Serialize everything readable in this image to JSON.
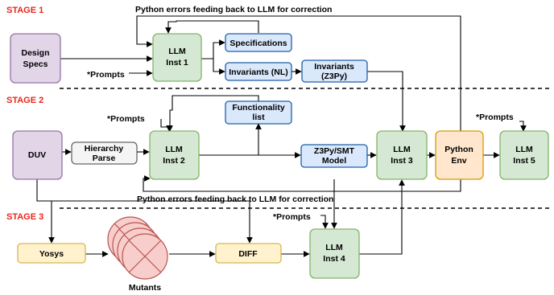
{
  "stages": {
    "s1": "STAGE 1",
    "s2": "STAGE 2",
    "s3": "STAGE 3"
  },
  "feedback_labels": {
    "top": "Python errors feeding back to LLM for correction",
    "mid": "Python errors feeding back to LLM for correction"
  },
  "prompt_labels": {
    "p1": "*Prompts",
    "p2": "*Prompts",
    "p3": "*Prompts",
    "p4": "*Prompts"
  },
  "nodes": {
    "design_specs": {
      "line1": "Design",
      "line2": "Specs"
    },
    "llm1": {
      "line1": "LLM",
      "line2": "Inst 1"
    },
    "specifications": {
      "line1": "Specifications"
    },
    "invariants_nl": {
      "line1": "Invariants (NL)"
    },
    "invariants_z3": {
      "line1": "Invariants",
      "line2": "(Z3Py)"
    },
    "duv": {
      "line1": "DUV"
    },
    "hierarchy": {
      "line1": "Hierarchy",
      "line2": "Parse"
    },
    "llm2": {
      "line1": "LLM",
      "line2": "Inst 2"
    },
    "functionality": {
      "line1": "Functionality",
      "line2": "list"
    },
    "z3smt": {
      "line1": "Z3Py/SMT",
      "line2": "Model"
    },
    "llm3": {
      "line1": "LLM",
      "line2": "Inst 3"
    },
    "python_env": {
      "line1": "Python",
      "line2": "Env"
    },
    "llm5": {
      "line1": "LLM",
      "line2": "Inst 5"
    },
    "yosys": {
      "line1": "Yosys"
    },
    "mutants": {
      "line1": "Mutants"
    },
    "diff": {
      "line1": "DIFF"
    },
    "llm4": {
      "line1": "LLM",
      "line2": "Inst 4"
    }
  },
  "colors": {
    "purple_fill": "#e1d5e7",
    "purple_stroke": "#9673a6",
    "green_fill": "#d5e8d4",
    "green_stroke": "#82b366",
    "blue_fill": "#dae8fc",
    "blue_stroke": "#1f5fa8",
    "orange_fill": "#ffe6cc",
    "orange_stroke": "#d79b00",
    "yellow_fill": "#fff2cc",
    "yellow_stroke": "#d6b656",
    "gray_fill": "#f5f5f5",
    "gray_stroke": "#666666",
    "red_fill": "#f8cecc",
    "red_stroke": "#b85450",
    "stage_label": "#e8261d"
  }
}
